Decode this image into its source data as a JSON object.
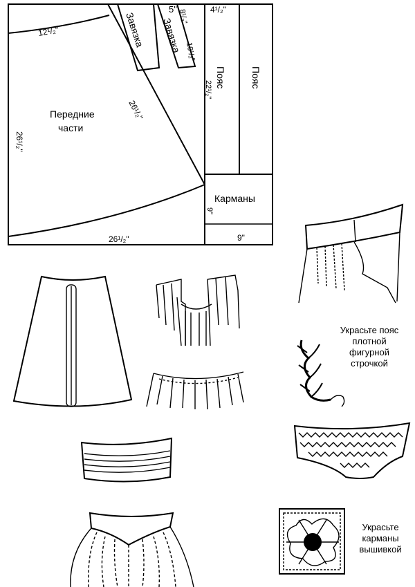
{
  "pattern": {
    "front_label_line1": "Передние",
    "front_label_line2": "части",
    "top_arc": "12¹/₂\"",
    "diagonal": "26¹/₂\"",
    "left_side": "26¹/₂\"",
    "bottom": "26¹/₂\"",
    "tie1_label": "Завязка",
    "tie2_label": "Завязка",
    "tie2_width": "5\"",
    "tie2_len1": "8¹/₂\"",
    "tie2_len2": "10¹/₂\"",
    "belt_width": "4¹/₂\"",
    "belt1_label": "Пояс",
    "belt2_label": "Пояс",
    "belt_length": "22¹/₂\"",
    "pockets_label": "Карманы",
    "pocket_height": "9\"",
    "pocket_width": "9\""
  },
  "notes": {
    "belt_line1": "Украсьте пояс",
    "belt_line2": "плотной",
    "belt_line3": "фигурной",
    "belt_line4": "строчкой",
    "pocket_line1": "Украсьте",
    "pocket_line2": "карманы",
    "pocket_line3": "вышивкой"
  }
}
